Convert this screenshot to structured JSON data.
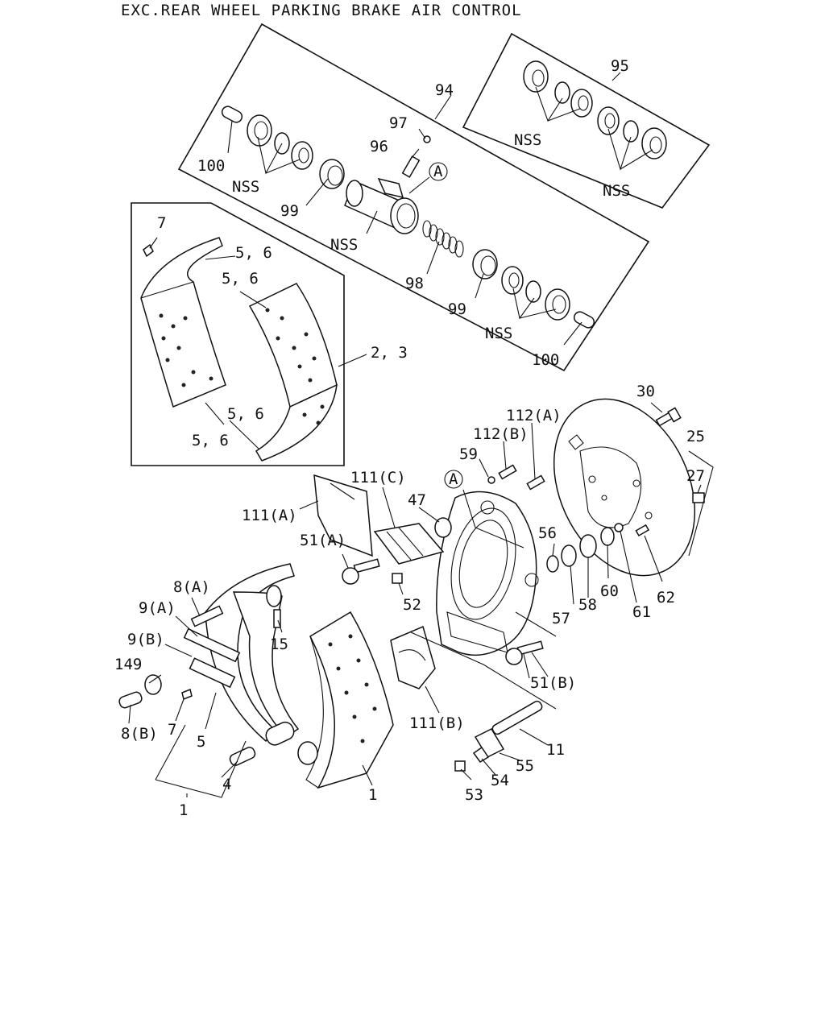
{
  "diagram": {
    "title": "EXC.REAR WHEEL PARKING BRAKE AIR CONTROL",
    "callouts": {
      "c94": "94",
      "c95": "95",
      "c97": "97",
      "c96": "96",
      "c100a": "100",
      "c100b": "100",
      "cA1": "A",
      "cA2": "A",
      "nss1": "NSS",
      "nss2": "NSS",
      "nss3": "NSS",
      "nss4": "NSS",
      "nss5": "NSS",
      "c99a": "99",
      "c99b": "99",
      "c98": "98",
      "c7a": "7",
      "c56a": "5, 6",
      "c56b": "5, 6",
      "c56c": "5, 6",
      "c56d": "5, 6",
      "c23": "2, 3",
      "c30": "30",
      "c25": "25",
      "c27": "27",
      "c112a": "112(A)",
      "c112b": "112(B)",
      "c59": "59",
      "c111c": "111(C)",
      "c47": "47",
      "c111a": "111(A)",
      "c51a": "51(A)",
      "c56": "56",
      "c52": "52",
      "c57": "57",
      "c58": "58",
      "c60": "60",
      "c61": "61",
      "c62": "62",
      "c8a": "8(A)",
      "c9a": "9(A)",
      "c9b": "9(B)",
      "c15": "15",
      "c149": "149",
      "c8b": "8(B)",
      "c7b": "7",
      "c5": "5",
      "c4": "4",
      "c1a": "1",
      "c1b": "1",
      "c51b": "51(B)",
      "c111b": "111(B)",
      "c11": "11",
      "c55": "55",
      "c54": "54",
      "c53": "53"
    }
  }
}
